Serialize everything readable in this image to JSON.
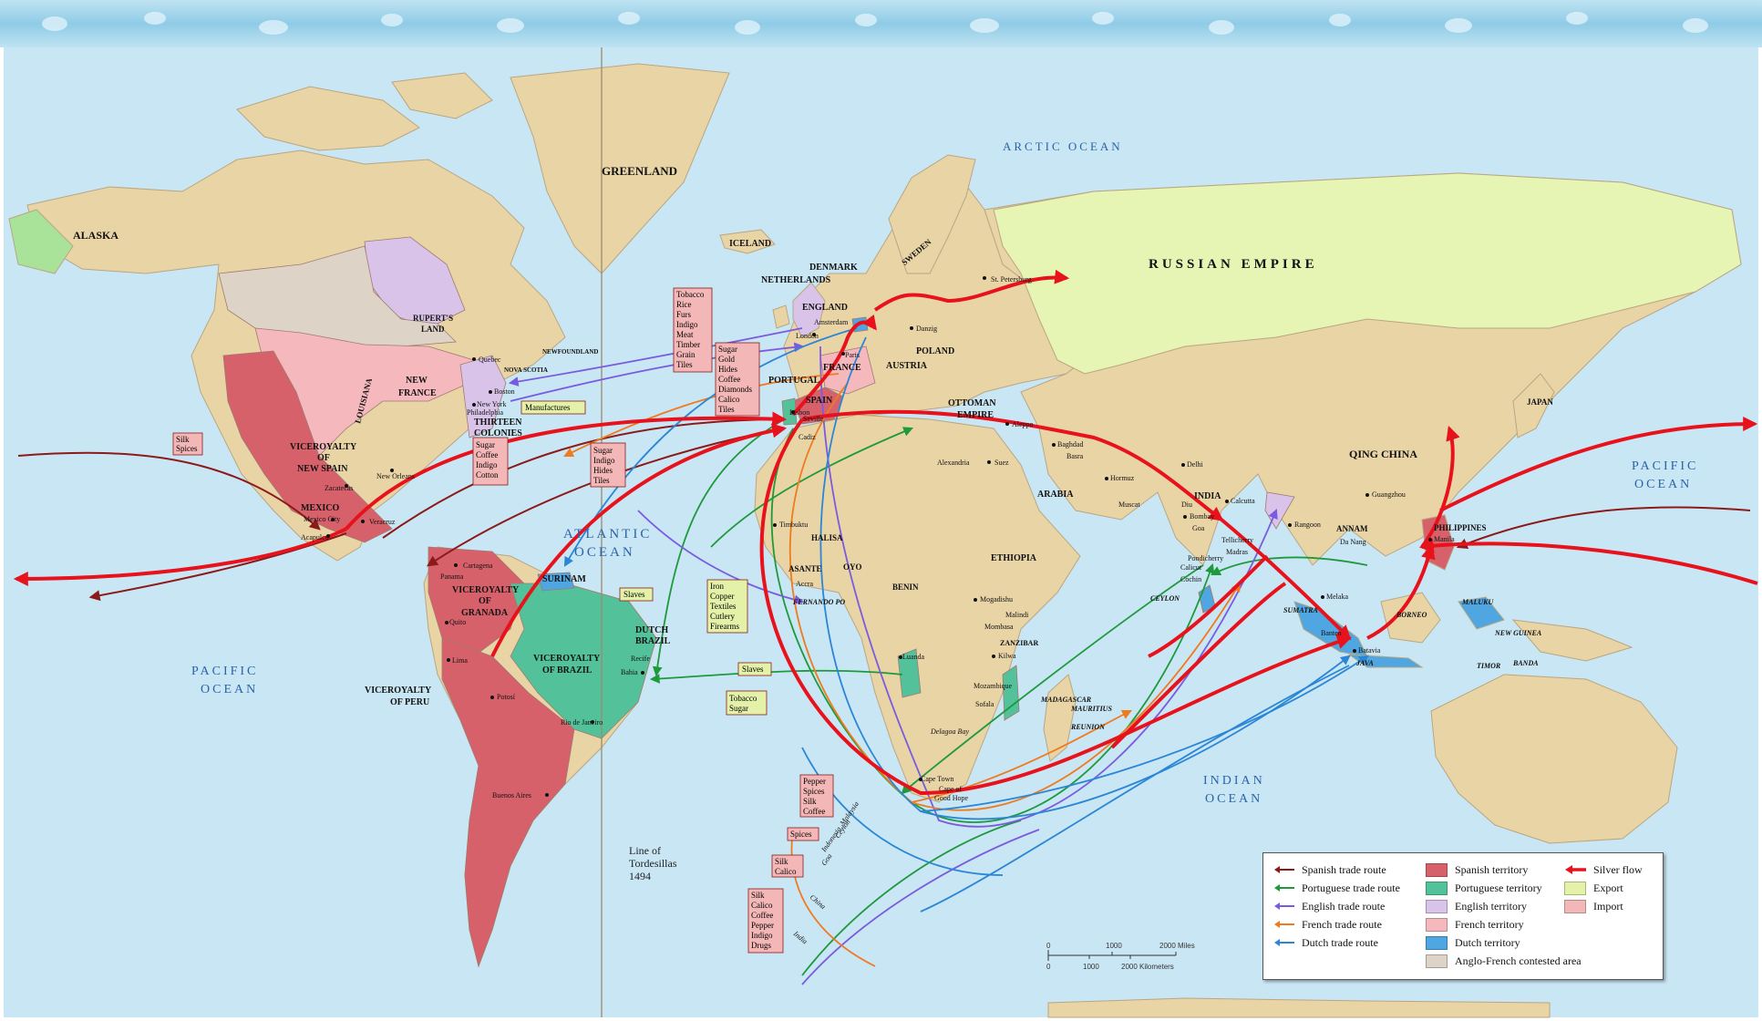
{
  "colors": {
    "ocean": "#c9e6f4",
    "land": "#e9d4a6",
    "spanish": "#d6616b",
    "portuguese": "#53c29a",
    "english": "#d9c3e9",
    "french": "#f5b8bd",
    "dutch": "#4fa6e0",
    "contested": "#ddd3c7",
    "russia": "#e7f5b4",
    "silver": "#e8121c",
    "export": "#e3f2a8",
    "import": "#f4b7b7",
    "spanish_route": "#8b1a1a",
    "portuguese_route": "#1e9a3c",
    "english_route": "#7a5be0",
    "french_route": "#ef7b1f",
    "dutch_route": "#2b86d6"
  },
  "oceans": {
    "arctic": "ARCTIC OCEAN",
    "atlantic_1": "ATLANTIC",
    "atlantic_2": "OCEAN",
    "pacific_w1": "PACIFIC",
    "pacific_w2": "OCEAN",
    "pacific_e1": "PACIFIC",
    "pacific_e2": "OCEAN",
    "indian_1": "INDIAN",
    "indian_2": "OCEAN"
  },
  "regions": {
    "alaska": "ALASKA",
    "greenland": "GREENLAND",
    "iceland": "ICELAND",
    "russia": "RUSSIAN EMPIRE",
    "ruperts_1": "RUPERT'S",
    "ruperts_2": "LAND",
    "newfoundland": "NEWFOUNDLAND",
    "nova_scotia": "NOVA SCOTIA",
    "new_france_1": "NEW",
    "new_france_2": "FRANCE",
    "louisiana": "LOUISIANA",
    "thirteen_1": "THIRTEEN",
    "thirteen_2": "COLONIES",
    "new_spain_1": "VICEROYALTY",
    "new_spain_2": "OF",
    "new_spain_3": "NEW SPAIN",
    "mexico": "MEXICO",
    "granada_1": "VICEROYALTY",
    "granada_2": "OF",
    "granada_3": "GRANADA",
    "brazil_1": "VICEROYALTY",
    "brazil_2": "OF BRAZIL",
    "peru_1": "VICEROYALTY",
    "peru_2": "OF PERU",
    "surinam": "SURINAM",
    "dutch_brazil_1": "DUTCH",
    "dutch_brazil_2": "BRAZIL",
    "denmark": "DENMARK",
    "netherlands": "NETHERLANDS",
    "england": "ENGLAND",
    "sweden": "SWEDEN",
    "poland": "POLAND",
    "austria": "AUSTRIA",
    "france": "FRANCE",
    "portugal": "PORTUGAL",
    "spain": "SPAIN",
    "ottoman_1": "OTTOMAN",
    "ottoman_2": "EMPIRE",
    "arabia": "ARABIA",
    "india": "INDIA",
    "qing": "QING CHINA",
    "japan": "JAPAN",
    "annam": "ANNAM",
    "philippines": "PHILIPPINES",
    "ethiopia": "ETHIOPIA",
    "halisa": "HALISA",
    "asante": "ASANTE",
    "oyo": "OYO",
    "benin": "BENIN",
    "zanzibar": "ZANZIBAR",
    "madagascar": "MADAGASCAR",
    "mauritius": "MAURITIUS",
    "reunion": "REUNION",
    "ceylon": "CEYLON",
    "sumatra": "SUMATRA",
    "borneo": "BORNEO",
    "java": "JAVA",
    "maluku": "MALUKU",
    "new_guinea": "NEW GUINEA",
    "timor": "TIMOR",
    "banda": "BANDA",
    "fernando_po": "FERNANDO PO"
  },
  "cities": {
    "quebec": "Quebec",
    "boston": "Boston",
    "new_york": "New York",
    "philadelphia": "Philadelphia",
    "new_orleans": "New Orleans",
    "zacatecas": "Zacatecas",
    "mexico_city": "Mexico City",
    "veracruz": "Veracruz",
    "acapulco": "Acapulco",
    "cartagena": "Cartagena",
    "panama": "Panama",
    "quito": "Quito",
    "lima": "Lima",
    "potosi": "Potosí",
    "recife": "Recife",
    "bahia": "Bahia",
    "rio": "Rio de Janeiro",
    "buenos_aires": "Buenos Aires",
    "london": "London",
    "amsterdam": "Amsterdam",
    "paris": "Paris",
    "lisbon": "Lisbon",
    "seville": "Seville",
    "cadiz": "Cadiz",
    "danzig": "Danzig",
    "st_petersburg": "St. Petersburg",
    "aleppo": "Aleppo",
    "baghdad": "Baghdad",
    "basra": "Basra",
    "alexandria": "Alexandria",
    "suez": "Suez",
    "hormuz": "Hormuz",
    "muscat": "Muscat",
    "delhi": "Delhi",
    "diu": "Diu",
    "bombay": "Bombay",
    "goa": "Goa",
    "calicut": "Calicut",
    "calcutta": "Calcutta",
    "pondicherry": "Pondicherry",
    "tellicherry": "Tellicherry",
    "madras": "Madras",
    "cochin": "Cochin",
    "rangoon": "Rangoon",
    "guangzhou": "Guangzhou",
    "da_nang": "Da Nang",
    "manila": "Manila",
    "melaka": "Melaka",
    "banten": "Banten",
    "batavia": "Batavia",
    "timbuktu": "Timbuktu",
    "accra": "Accra",
    "luanda": "Luanda",
    "mogadishu": "Mogadishu",
    "malindi": "Malindi",
    "mombasa": "Mombasa",
    "kilwa": "Kilwa",
    "mozambique": "Mozambique",
    "sofala": "Sofala",
    "delagoa": "Delagoa Bay",
    "cape_town": "Cape Town",
    "cape_good_hope_1": "Cape of",
    "cape_good_hope_2": "Good Hope"
  },
  "goods": {
    "import_silk": [
      "Silk",
      "Spices"
    ],
    "import_tobacco": [
      "Tobacco",
      "Rice",
      "Furs",
      "Indigo",
      "Meat",
      "Timber",
      "Grain",
      "Tiles"
    ],
    "import_sugar1": [
      "Sugar",
      "Gold",
      "Hides",
      "Coffee",
      "Diamonds",
      "Calico",
      "Tiles"
    ],
    "import_sugar2": [
      "Sugar",
      "Coffee",
      "Indigo",
      "Cotton"
    ],
    "import_sugar3": [
      "Sugar",
      "Indigo",
      "Hides",
      "Tiles"
    ],
    "export_manufactures": [
      "Manufactures"
    ],
    "export_slaves1": [
      "Slaves"
    ],
    "export_iron": [
      "Iron",
      "Copper",
      "Textiles",
      "Cutlery",
      "Firearms"
    ],
    "export_slaves2": [
      "Slaves"
    ],
    "export_tobacco": [
      "Tobacco",
      "Sugar"
    ],
    "import_pepper": [
      "Pepper",
      "Spices",
      "Silk",
      "Coffee"
    ],
    "import_spices": [
      "Spices"
    ],
    "import_silk2": [
      "Silk",
      "Calico"
    ],
    "import_silk3": [
      "Silk",
      "Calico",
      "Coffee",
      "Pepper",
      "Indigo",
      "Drugs"
    ]
  },
  "route_labels": {
    "ceylon": "Ceylon",
    "indonesia": "Indonesia, Malaysia",
    "goa": "Goa",
    "china": "China",
    "india": "India"
  },
  "tordesillas": [
    "Line of",
    "Tordesillas",
    "1494"
  ],
  "legend": {
    "spanish_route": "Spanish trade route",
    "portuguese_route": "Portuguese trade route",
    "english_route": "English trade route",
    "french_route": "French trade route",
    "dutch_route": "Dutch trade route",
    "spanish_territory": "Spanish territory",
    "portuguese_territory": "Portuguese territory",
    "english_territory": "English territory",
    "french_territory": "French territory",
    "dutch_territory": "Dutch territory",
    "contested": "Anglo-French contested area",
    "silver": "Silver flow",
    "export": "Export",
    "import": "Import"
  },
  "scale": {
    "miles_0": "0",
    "miles_1": "1000",
    "miles_2": "2000 Miles",
    "km_0": "0",
    "km_1": "1000",
    "km_2": "2000 Kilometers"
  }
}
